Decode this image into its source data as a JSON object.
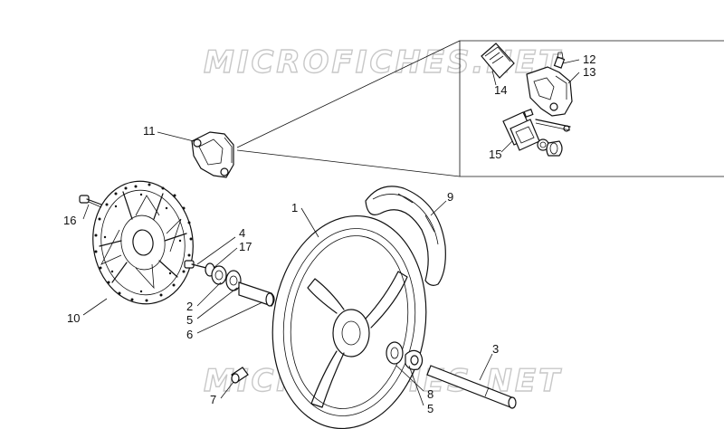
{
  "watermark": {
    "text": "MICROFICHES.NET"
  },
  "callouts": [
    "1",
    "2",
    "3",
    "4",
    "5",
    "5",
    "6",
    "7",
    "8",
    "9",
    "10",
    "11",
    "12",
    "13",
    "14",
    "15",
    "16",
    "17"
  ],
  "colors": {
    "ink": "#111111",
    "watermark_outline": "#c8c8c8",
    "background": "#ffffff"
  }
}
